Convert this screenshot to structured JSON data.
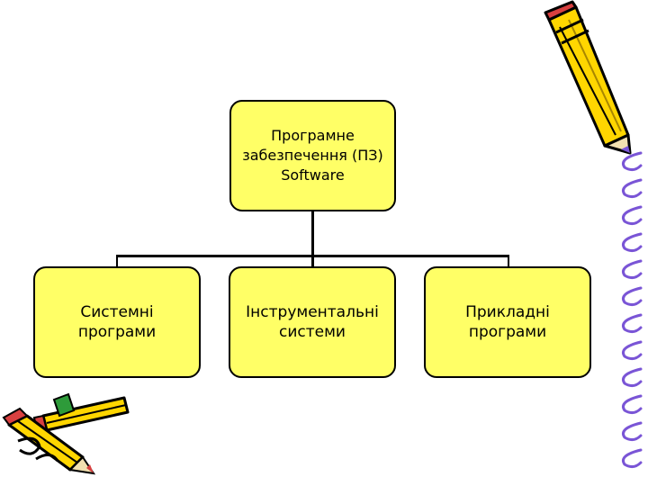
{
  "colors": {
    "box_fill": "#ffff66",
    "pencil_body": "#ffd600",
    "pencil_outline": "#000000",
    "spiral": "#7a55d6"
  },
  "diagram": {
    "root": {
      "label": "Програмне\nзабезпечення (ПЗ)\nSoftware"
    },
    "children": [
      {
        "label": "Системні\nпрограми"
      },
      {
        "label": "Інструментальні\nсистеми"
      },
      {
        "label": "Прикладні\nпрограми"
      }
    ]
  },
  "decorations": [
    "pencil-clipart-icon",
    "pencils-clipart-icon",
    "spiral-binding-icon"
  ]
}
